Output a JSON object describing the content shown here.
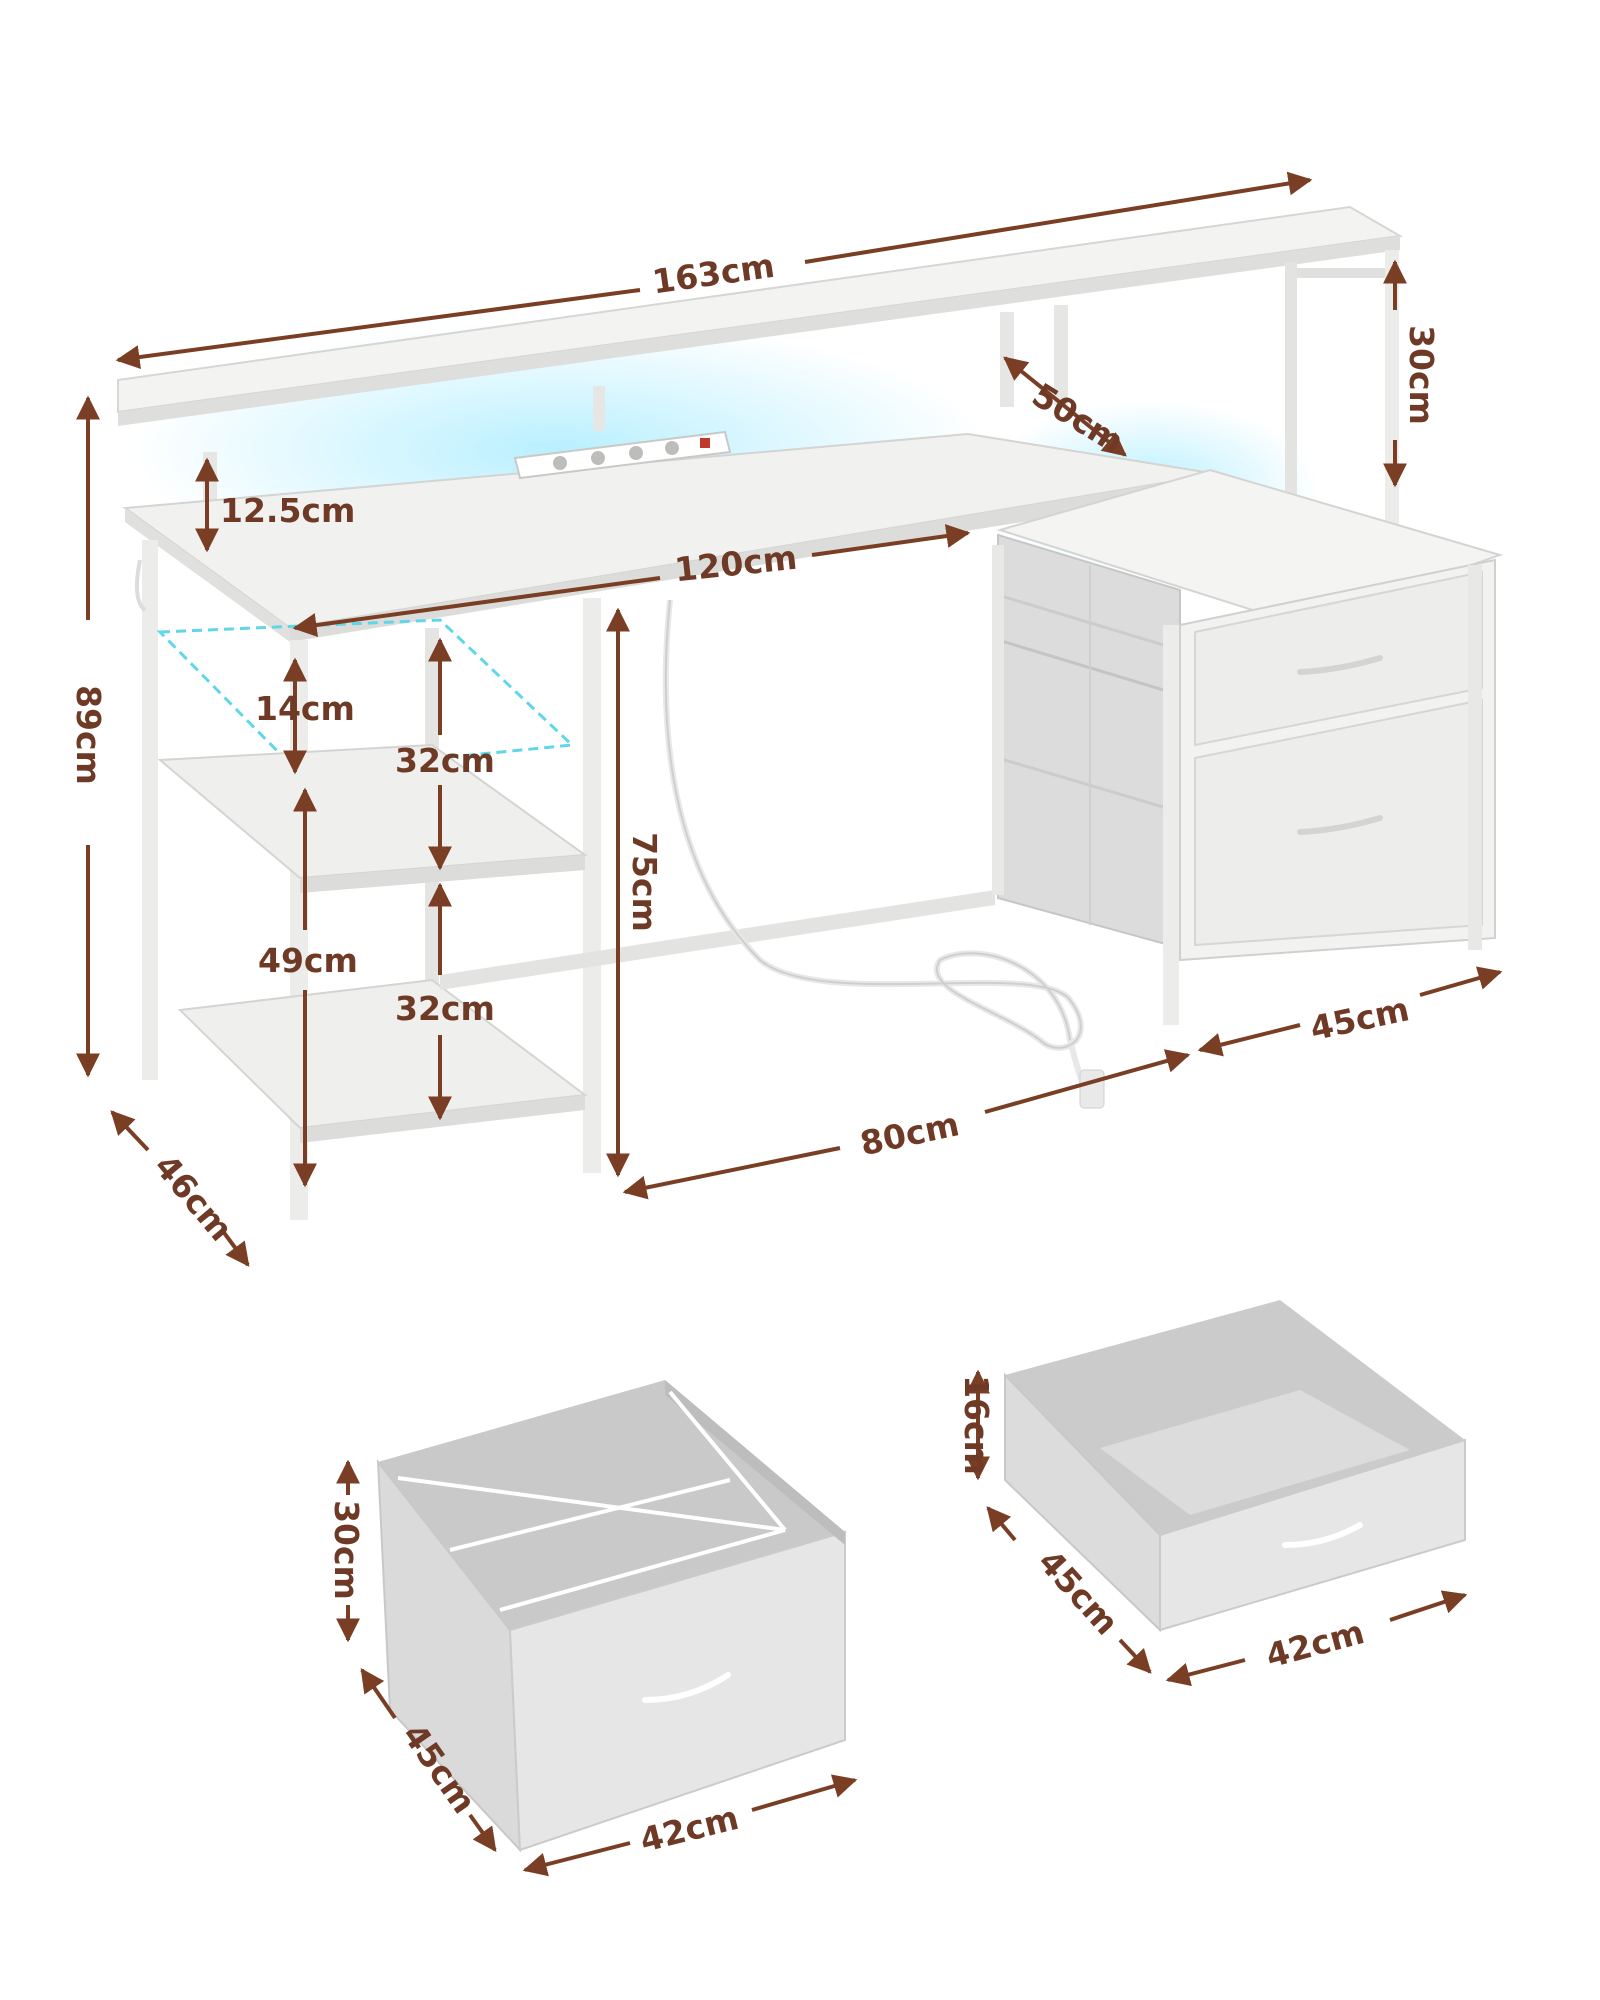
{
  "colors": {
    "dimension": "#7a3e24",
    "dimension_text": "#6e3a26",
    "led_glow": "#7fe3ff",
    "furniture": "#f1f1ef",
    "furniture_shade": "#dcdcda",
    "frame": "#e8e8e6",
    "fabric": "#d9d9d9"
  },
  "desk": {
    "overall_width": "163cm",
    "hutch_height": "30cm",
    "depth_top": "50cm",
    "riser_height": "12.5cm",
    "desktop_width": "120cm",
    "overall_height": "89cm",
    "shelf_gap_top": "14cm",
    "shelf_gap_mid": "32cm",
    "shelf_gap_low": "32cm",
    "shelf_tower_height": "49cm",
    "leg_height": "75cm",
    "cabinet_depth": "45cm",
    "base_width": "80cm",
    "base_depth": "46cm"
  },
  "drawer_large": {
    "height": "30cm",
    "depth": "45cm",
    "width": "42cm"
  },
  "drawer_small": {
    "height": "16cm",
    "depth": "45cm",
    "width": "42cm"
  }
}
